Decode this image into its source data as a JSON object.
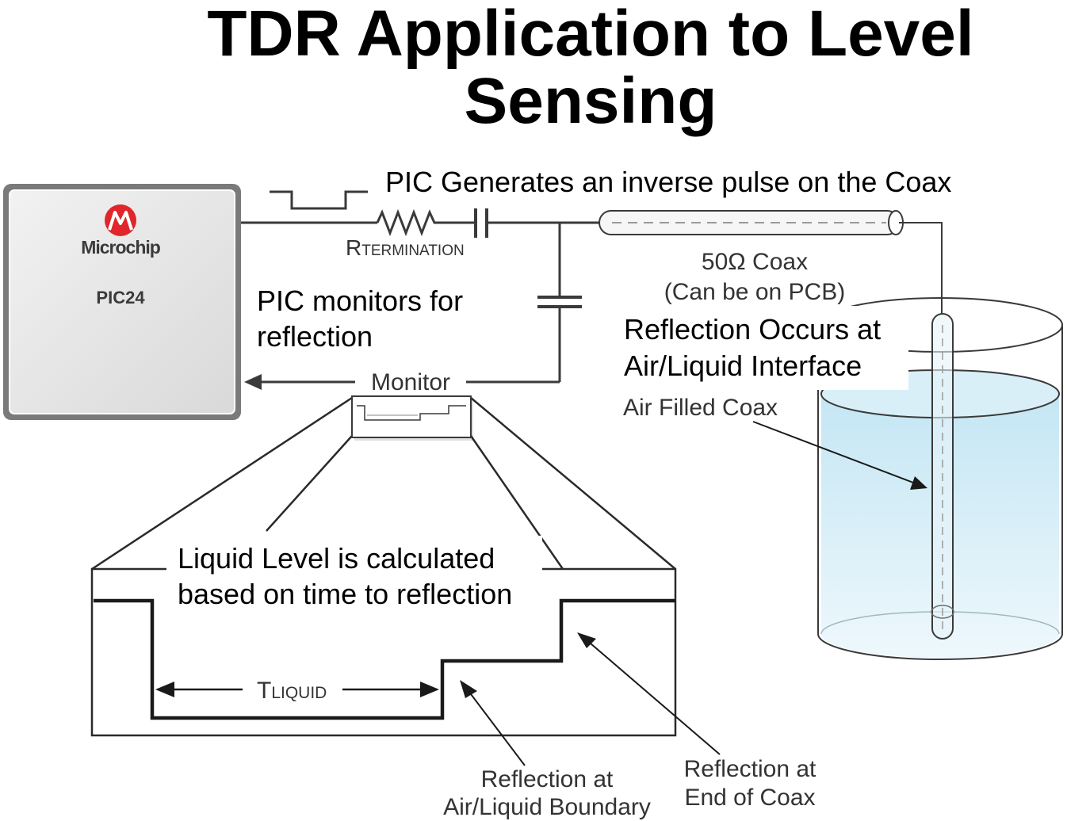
{
  "title": {
    "line1": "TDR Application to Level",
    "line2": "Sensing"
  },
  "chip": {
    "brand": "Microchip",
    "model": "PIC24"
  },
  "labels": {
    "pulse": "PIC Generates an inverse pulse on the Coax",
    "r_main": "R",
    "r_sub": "TERMINATION",
    "coax_line1": "50Ω Coax",
    "coax_line2": "(Can be on PCB)",
    "monitors_line1": "PIC monitors for",
    "monitors_line2": "reflection",
    "monitor": "Monitor",
    "reflection_occurs_line1": "Reflection Occurs at",
    "reflection_occurs_line2": "Air/Liquid Interface",
    "air_filled": "Air Filled Coax",
    "calc_line1": "Liquid Level is calculated",
    "calc_line2": "based on time to reflection",
    "t_main": "T",
    "t_sub": "LIQUID",
    "boundary_line1": "Reflection at",
    "boundary_line2": "Air/Liquid Boundary",
    "end_line1": "Reflection at",
    "end_line2": "End of Coax"
  },
  "colors": {
    "liquid_top": "#c4e6f4",
    "liquid_bottom": "#eef8fc",
    "chip_face": "#e6e6e6",
    "chip_edge": "#7a7a7a",
    "logo_red": "#e0262b",
    "line": "#3a3a3a"
  }
}
